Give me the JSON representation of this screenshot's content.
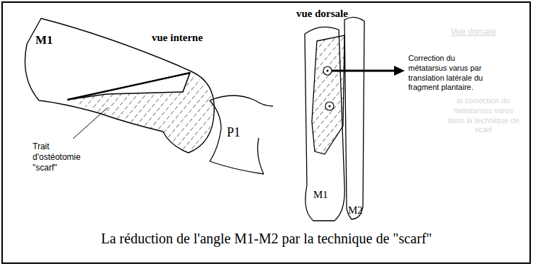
{
  "diagram": {
    "caption": "La réduction de l'angle M1-M2 par la technique de \"scarf\"",
    "labels": [
      "M1",
      "vue interne",
      "P1",
      "Trait d'ostéotomie \"scarf\"",
      "vue dorsale",
      "Vue dorsale",
      "Correction du métatarsus varus par translation latérale du fragment plantaire.",
      "la correction du métatarsus varus dans la technique de scarf",
      "M1",
      "M2"
    ]
  }
}
